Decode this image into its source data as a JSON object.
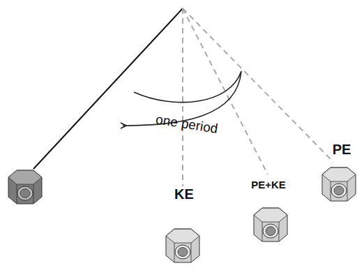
{
  "diagram": {
    "labels": [
      "one period",
      "KE",
      "PE+KE",
      "PE"
    ]
  }
}
